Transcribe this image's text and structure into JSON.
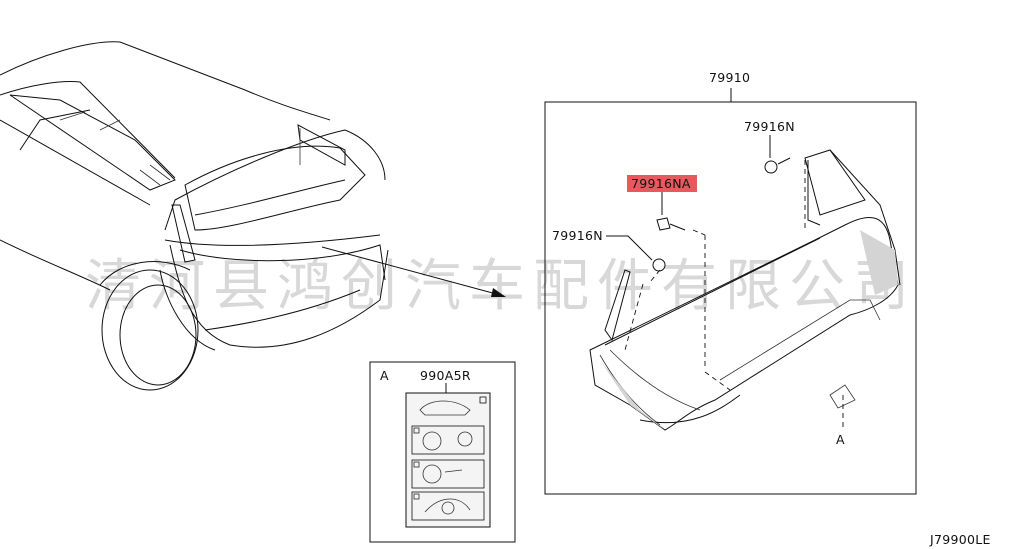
{
  "labels": {
    "assembly": "79910",
    "clip_top": "79916N",
    "clip_highlight": "79916NA",
    "clip_left": "79916N",
    "label_part": "990A5R",
    "view_ref_box": "A",
    "view_ref_arrow": "A",
    "drawing_code": "J79900LE"
  },
  "watermark": "清河县鸿创汽车配件有限公司",
  "colors": {
    "highlight": "#e8595d",
    "line": "#111111",
    "watermark": "#d8d8d8"
  }
}
